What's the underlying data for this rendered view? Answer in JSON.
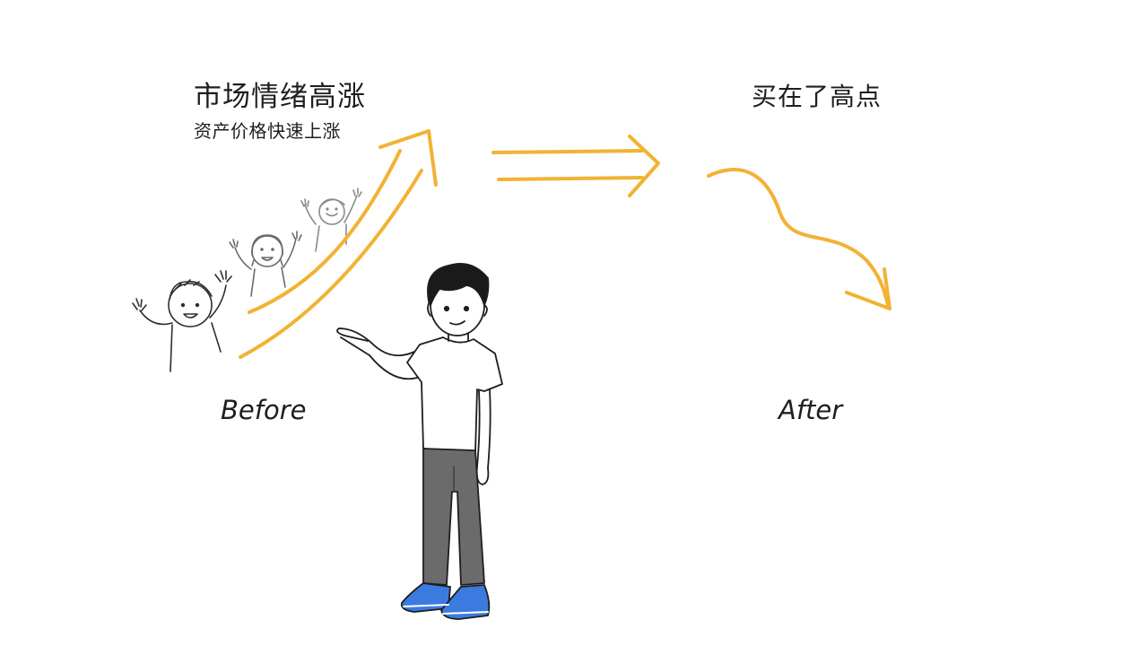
{
  "before": {
    "title": "市场情绪高涨",
    "subtitle": "资产价格快速上涨",
    "label": "Before"
  },
  "after": {
    "title": "买在了高点",
    "label": "After"
  },
  "colors": {
    "arrow": "#f2b233",
    "pants": "#6b6b6b",
    "shoes": "#3b7be0",
    "ink": "#1e1e1e",
    "hair": "#1a1a1a"
  },
  "icons": [
    "crowd-cheering",
    "up-arrow",
    "right-arrow",
    "down-arrow",
    "presenter-person"
  ]
}
